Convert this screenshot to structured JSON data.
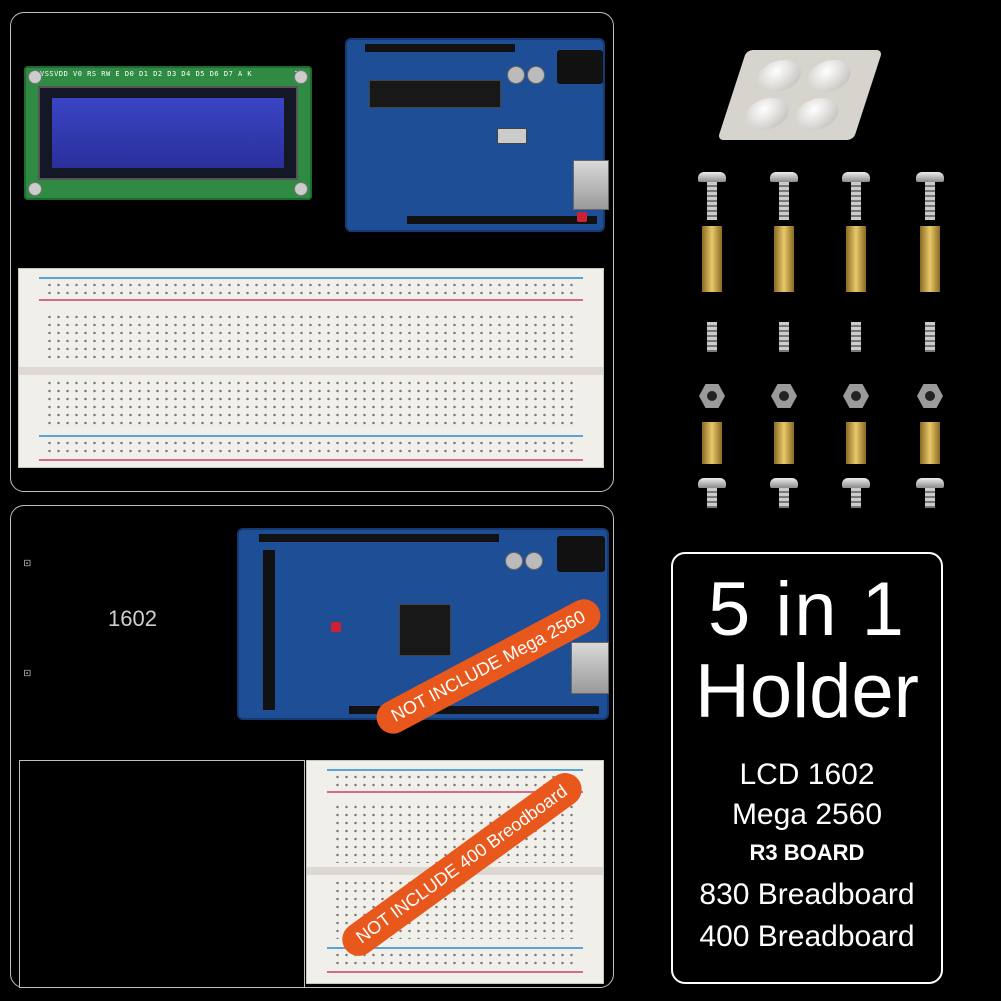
{
  "holder_title": {
    "line1": "5 in 1",
    "line2": "Holder"
  },
  "specs": [
    "LCD 1602",
    "Mega 2560",
    "R3 BOARD",
    "830 Breadboard",
    "400 Breadboard"
  ],
  "panel_labels": {
    "lcd_slot": "1602"
  },
  "stamps": {
    "mega": "NOT INCLUDE Mega 2560",
    "breadboard": "NOT INCLUDE 400 Breodboard"
  },
  "lcd": {
    "pin_text": "VSSVDD V0 RS RW E D0 D1 D2 D3 D4 D5 D6 D7 A K",
    "pin_number": "16"
  },
  "colors": {
    "stamp": "#e8571c",
    "pcb": "#1e4f96",
    "lcd_pcb": "#2f8a43",
    "lcd_screen": "#3a45c4"
  },
  "icons": {
    "mount_slot": "mounting-hole-icon"
  }
}
